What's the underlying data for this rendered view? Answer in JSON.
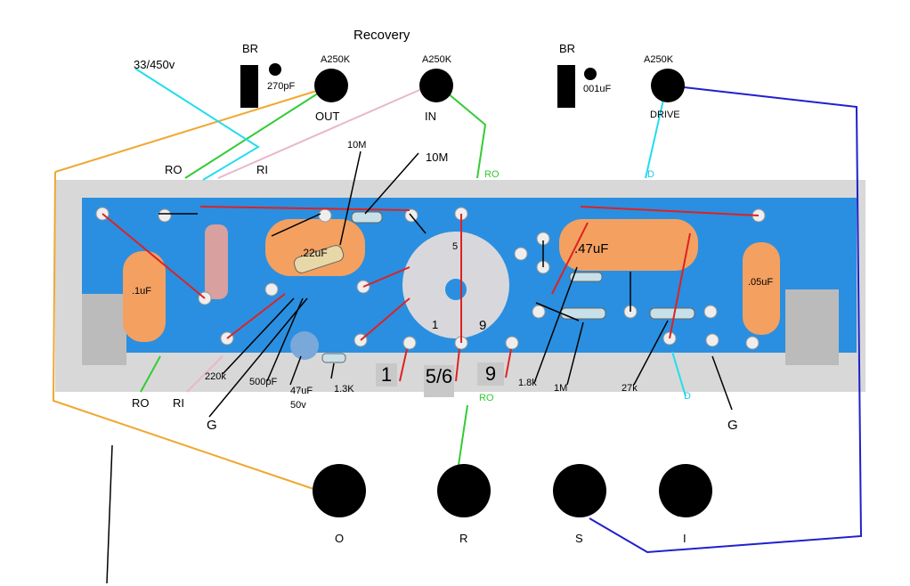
{
  "title": "Recovery",
  "top_labels": {
    "br_left": "BR",
    "br_right": "BR",
    "cap_33": "33/450v",
    "cap_270": "270pF",
    "cap_001": "001uF",
    "pot_out_value": "A250K",
    "pot_in_value": "A250K",
    "pot_drive_value": "A250K",
    "pot_out": "OUT",
    "pot_in": "IN",
    "pot_drive": "DRIVE",
    "ro_left": "RO",
    "ri_left": "RI",
    "ro_green_top": "RO",
    "d_top": "D",
    "r10m_a": "10M",
    "r10m_b": "10M"
  },
  "board_labels": {
    "c22": ".22uF",
    "c47": ".47uF",
    "c1": ".1uF",
    "c05": ".05uF",
    "pin5": "5",
    "pin1": "1",
    "pin9": "9"
  },
  "bottom_labels": {
    "r220k": "220k",
    "c500p": "500pF",
    "c47u": "47uF",
    "c47u_v": "50v",
    "r13k": "1.3K",
    "box1": "1",
    "box56": "5/6",
    "box9": "9",
    "r18k": "1.8k",
    "r1m": "1M",
    "r27k": "27k",
    "ro_bottom": "RO",
    "ri_bottom": "RI",
    "ro_green_bottom": "RO",
    "d_bottom": "D",
    "g_left": "G",
    "g_right": "G"
  },
  "jacks": [
    "O",
    "R",
    "S",
    "I"
  ],
  "colors": {
    "board": "#2a8fe0",
    "orange": "#f0a830",
    "green": "#33cc33",
    "cyan": "#22ddee",
    "pink": "#e8b8c8",
    "blue": "#2020cc",
    "red": "#dd2222",
    "capacitor": "#f4a060"
  }
}
